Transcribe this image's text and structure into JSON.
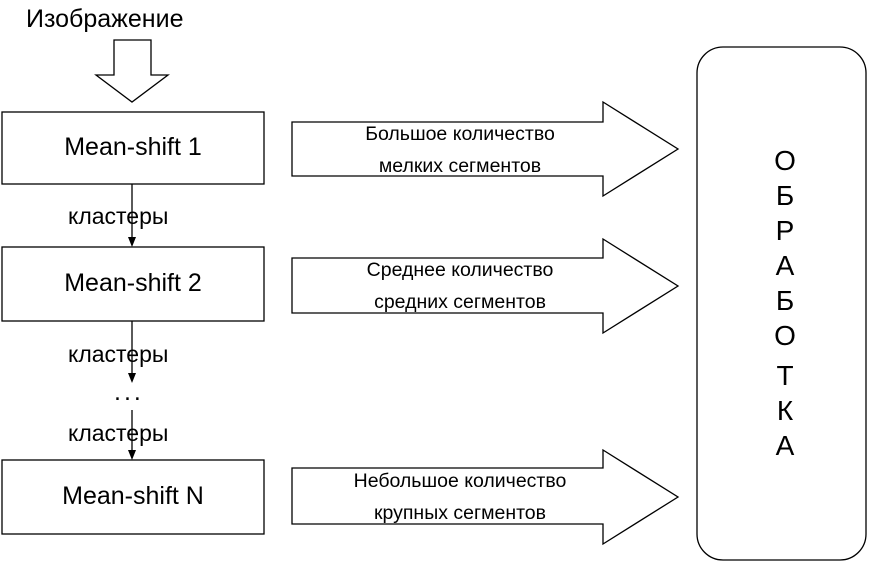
{
  "input_label": "Изображение",
  "stages": [
    {
      "label": "Mean-shift 1"
    },
    {
      "label": "Mean-shift 2"
    },
    {
      "label": "Mean-shift N"
    }
  ],
  "edge_labels": [
    "кластеры",
    "кластеры",
    "кластеры"
  ],
  "ellipsis": "...",
  "outputs": [
    {
      "line1": "Большое количество",
      "line2": "мелких сегментов"
    },
    {
      "line1": "Среднее количество",
      "line2": "средних сегментов"
    },
    {
      "line1": "Небольшое количество",
      "line2": "крупных сегментов"
    }
  ],
  "processing_letters": [
    "О",
    "Б",
    "Р",
    "А",
    "Б",
    "О",
    "Т",
    "К",
    "А"
  ]
}
